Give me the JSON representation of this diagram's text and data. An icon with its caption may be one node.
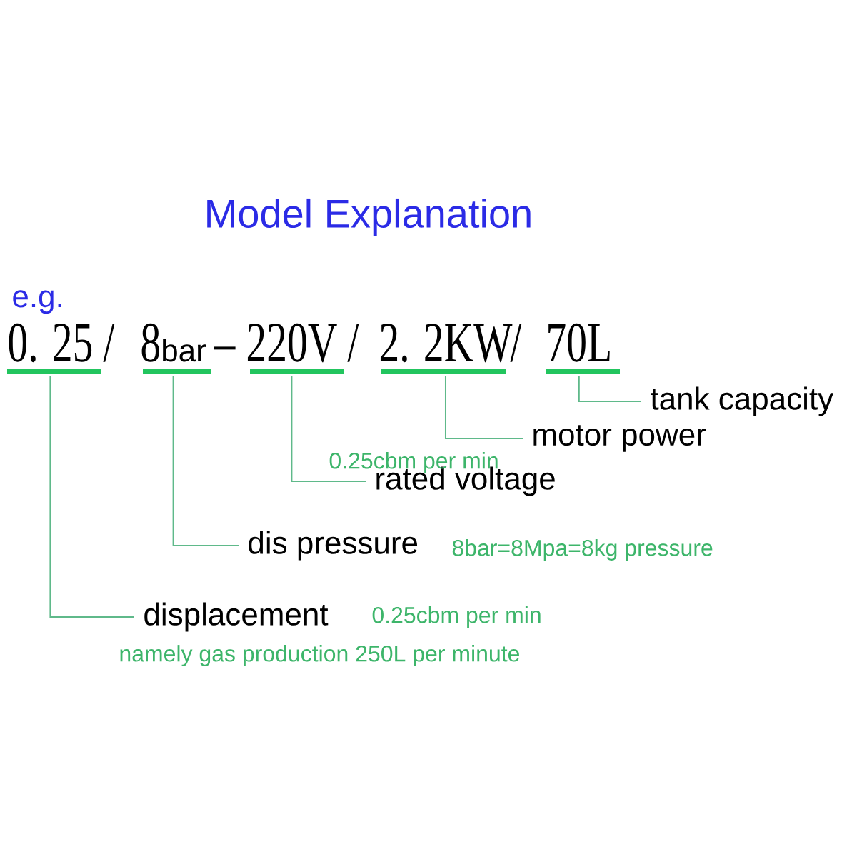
{
  "diagram": {
    "title": "Model Explanation",
    "nodes": [
      {
        "text": [
          "0. 25"
        ]
      },
      {
        "text": [
          "8",
          "bar"
        ]
      },
      {
        "text": [
          "220V"
        ]
      },
      {
        "text": [
          "2. 2KW"
        ]
      },
      {
        "text": [
          "70L"
        ]
      },
      {
        "text": [
          "tank capacity"
        ]
      },
      {
        "text": [
          "motor power"
        ]
      },
      {
        "text": [
          "rated voltage"
        ],
        "beside": [
          "0.25cbm per min"
        ]
      },
      {
        "text": [
          "dis pressure"
        ],
        "beside": [
          "8bar=8Mpa=8kg pressure"
        ]
      },
      {
        "text": [
          "displacement"
        ],
        "beside": [
          "0.25cbm per min",
          "namely gas production 250L per minute"
        ]
      }
    ],
    "edges": [
      {
        "from": 4,
        "to": 5,
        "arrow": "none"
      },
      {
        "from": 3,
        "to": 6,
        "arrow": "none"
      },
      {
        "from": 2,
        "to": 7,
        "arrow": "none"
      },
      {
        "from": 1,
        "to": 8,
        "arrow": "none"
      },
      {
        "from": 0,
        "to": 9,
        "arrow": "none"
      }
    ],
    "labels": [
      "e.g.",
      "/",
      "–",
      "/",
      "/"
    ]
  }
}
